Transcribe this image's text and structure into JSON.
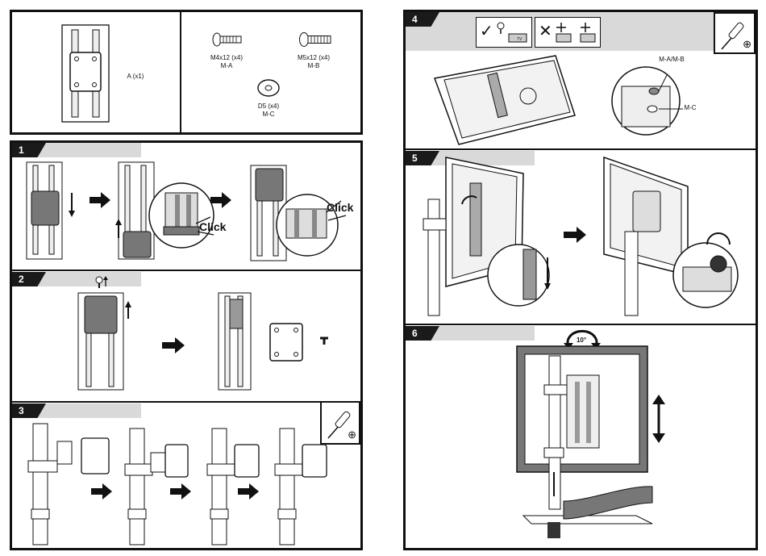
{
  "parts": {
    "a_label": "A (x1)",
    "m4_label": "M4x12 (x4)",
    "m4_code": "M-A",
    "m5_label": "M5x12 (x4)",
    "m5_code": "M-B",
    "d5_label": "D5 (x4)",
    "d5_code": "M-C"
  },
  "steps": {
    "s1": "1",
    "s2": "2",
    "s3": "3",
    "s4": "4",
    "s5": "5",
    "s6": "6"
  },
  "callouts": {
    "click1": "Click",
    "click2": "Click",
    "screw_label": "M-A/M-B",
    "washer_label": "M-C",
    "tilt_label": "10°",
    "tv_text": "TV",
    "check_mark": "✓",
    "cross_mark": "✕",
    "screwdriver_symbol": "⊕"
  },
  "colors": {
    "frame": "#111111",
    "header_gray": "#d9d9d9",
    "plate_gray": "#777777"
  }
}
